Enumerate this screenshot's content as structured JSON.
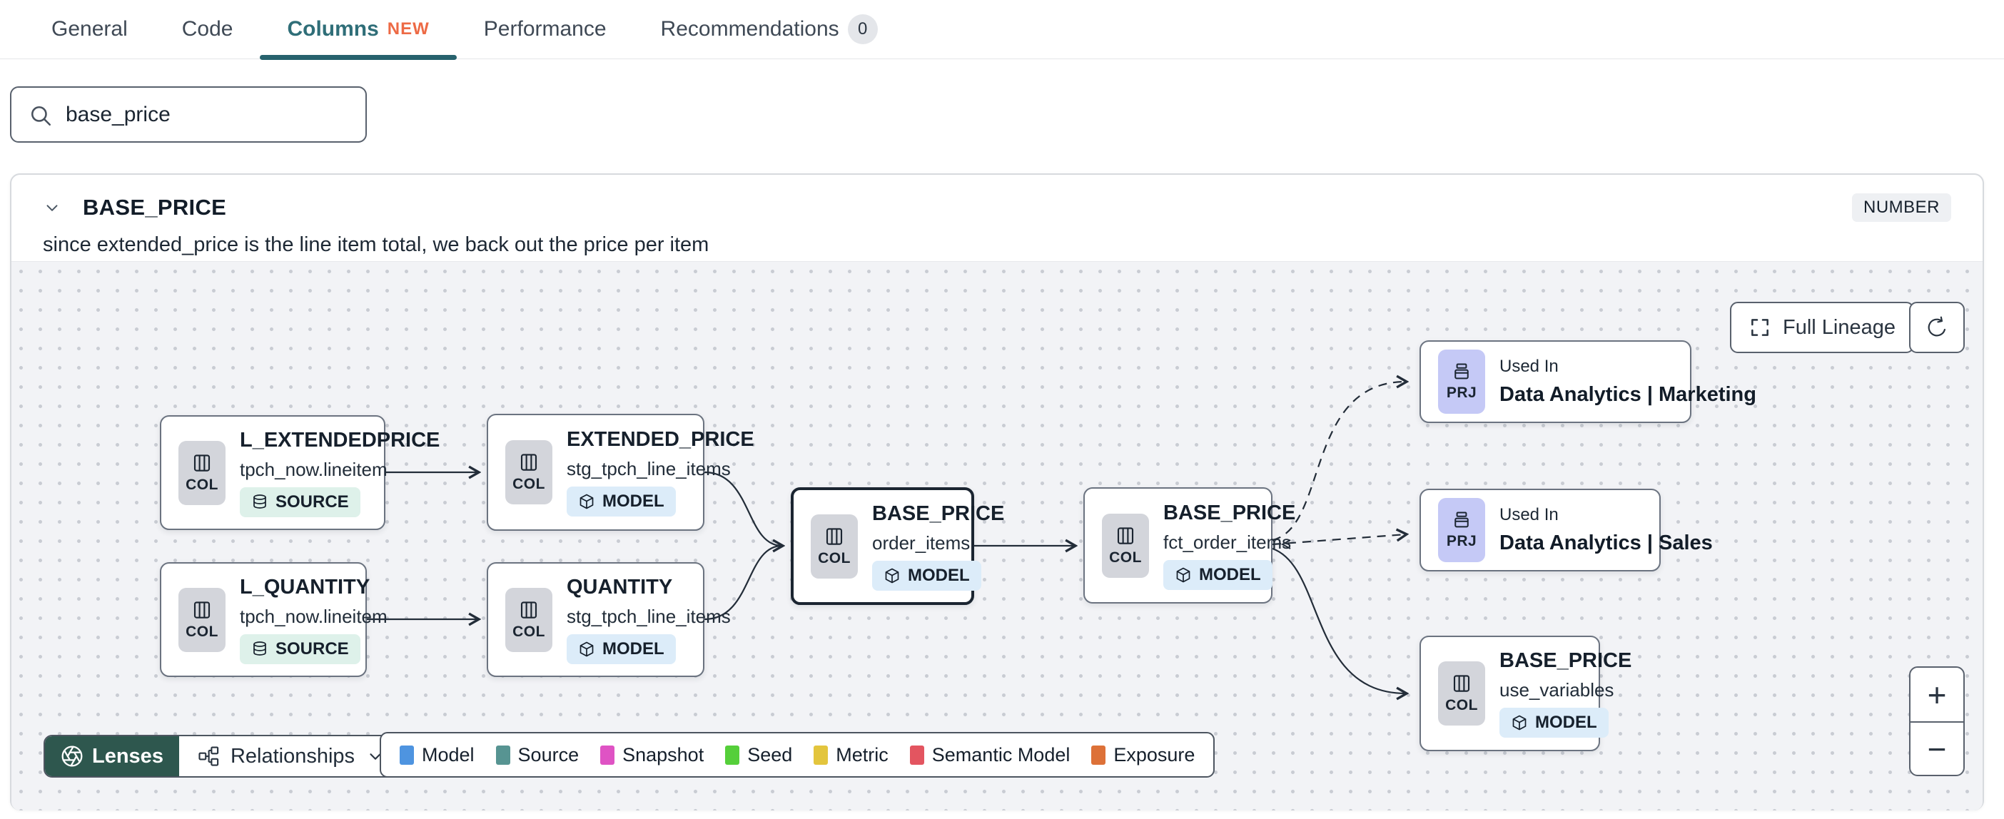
{
  "tabs": [
    {
      "label": "General"
    },
    {
      "label": "Code"
    },
    {
      "label": "Columns",
      "badge": "NEW",
      "active": true
    },
    {
      "label": "Performance"
    },
    {
      "label": "Recommendations",
      "badge": "0"
    }
  ],
  "search": {
    "value": "base_price"
  },
  "column_panel": {
    "name": "BASE_PRICE",
    "data_type": "NUMBER",
    "description": "since extended_price is the line item total, we back out the price per item"
  },
  "lineage": {
    "full_lineage_label": "Full Lineage",
    "zoom_in": "+",
    "zoom_out": "−",
    "lenses_label": "Lenses",
    "relationships_label": "Relationships",
    "legend": [
      {
        "label": "Model",
        "color": "#4e94e0"
      },
      {
        "label": "Source",
        "color": "#579492"
      },
      {
        "label": "Snapshot",
        "color": "#df53c4"
      },
      {
        "label": "Seed",
        "color": "#55cf3a"
      },
      {
        "label": "Metric",
        "color": "#e3c53d"
      },
      {
        "label": "Semantic Model",
        "color": "#e35560"
      },
      {
        "label": "Exposure",
        "color": "#dd7138"
      }
    ],
    "nodes": [
      {
        "chip": "COL",
        "title": "L_EXTENDEDPRICE",
        "subtitle": "tpch_now.lineitem",
        "badge": "SOURCE"
      },
      {
        "chip": "COL",
        "title": "EXTENDED_PRICE",
        "subtitle": "stg_tpch_line_items",
        "badge": "MODEL"
      },
      {
        "chip": "COL",
        "title": "L_QUANTITY",
        "subtitle": "tpch_now.lineitem",
        "badge": "SOURCE"
      },
      {
        "chip": "COL",
        "title": "QUANTITY",
        "subtitle": "stg_tpch_line_items",
        "badge": "MODEL"
      },
      {
        "chip": "COL",
        "title": "BASE_PRICE",
        "subtitle": "order_items",
        "badge": "MODEL",
        "selected": true
      },
      {
        "chip": "COL",
        "title": "BASE_PRICE",
        "subtitle": "fct_order_items",
        "badge": "MODEL"
      },
      {
        "chip": "PRJ",
        "kicker": "Used In",
        "title": "Data Analytics | Marketing"
      },
      {
        "chip": "PRJ",
        "kicker": "Used In",
        "title": "Data Analytics | Sales"
      },
      {
        "chip": "COL",
        "title": "BASE_PRICE",
        "subtitle": "use_variables",
        "badge": "MODEL"
      }
    ]
  },
  "colors": {
    "accent_teal": "#2f6e78",
    "tab_underline": "#27626d",
    "new_badge": "#ed6a45",
    "lenses_bg": "#2e574e",
    "selected_node_border": "#1b2531",
    "source_badge_bg": "#def1ea",
    "model_badge_bg": "#dcecf9",
    "col_chip_bg": "#d3d5db",
    "prj_chip_bg": "#c5c9f6",
    "canvas_bg": "#f2f3f6"
  }
}
